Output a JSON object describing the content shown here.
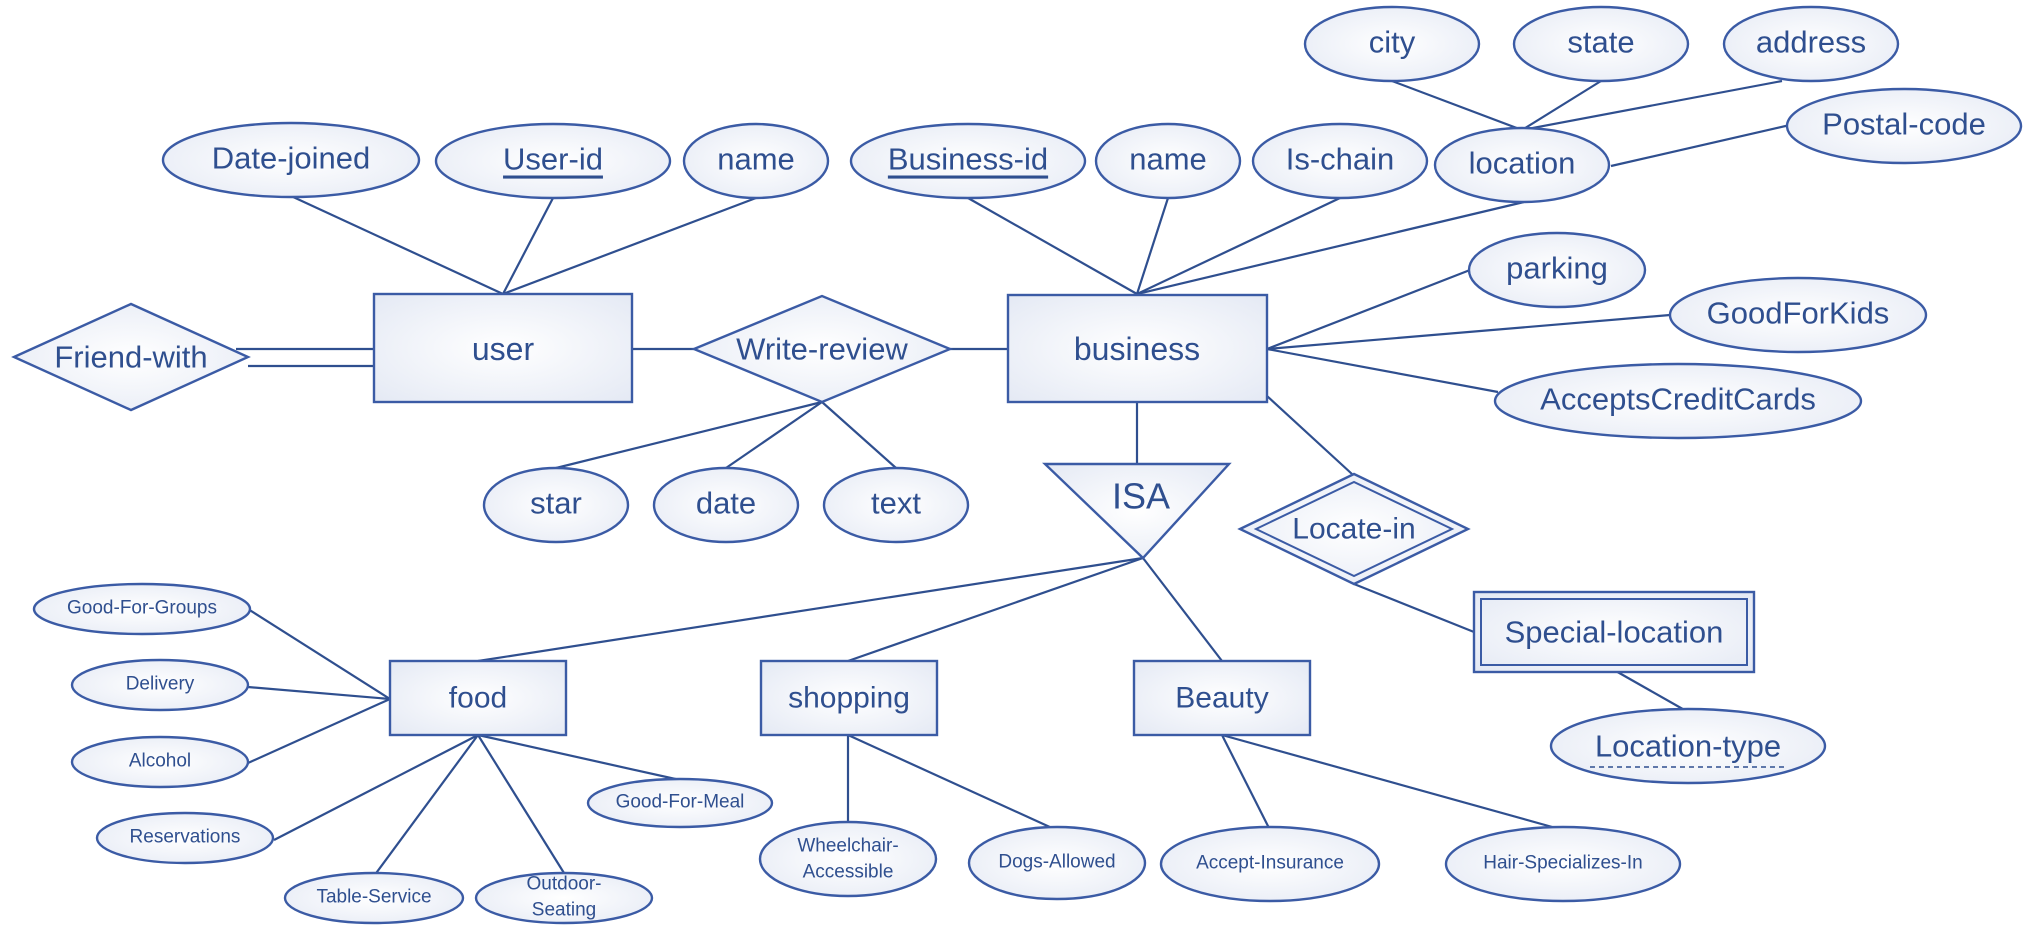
{
  "diagram": {
    "entities": {
      "user": "user",
      "business": "business",
      "food": "food",
      "shopping": "shopping",
      "beauty": "Beauty",
      "special_location": "Special-location"
    },
    "relationships": {
      "friend_with": "Friend-with",
      "write_review": "Write-review",
      "locate_in": "Locate-in",
      "isa": "ISA"
    },
    "attributes": {
      "user": {
        "date_joined": "Date-joined",
        "user_id": "User-id",
        "name": "name"
      },
      "business": {
        "business_id": "Business-id",
        "name": "name",
        "is_chain": "Is-chain",
        "location": "location",
        "parking": "parking",
        "good_for_kids": "GoodForKids",
        "accepts_credit_cards": "AcceptsCreditCards"
      },
      "location": {
        "city": "city",
        "state": "state",
        "address": "address",
        "postal_code": "Postal-code"
      },
      "write_review": {
        "star": "star",
        "date": "date",
        "text": "text"
      },
      "food": {
        "good_for_groups": "Good-For-Groups",
        "delivery": "Delivery",
        "alcohol": "Alcohol",
        "reservations": "Reservations",
        "table_service": "Table-Service",
        "outdoor_seating_1": "Outdoor-",
        "outdoor_seating_2": "Seating",
        "good_for_meal": "Good-For-Meal"
      },
      "shopping": {
        "wheelchair_1": "Wheelchair-",
        "wheelchair_2": "Accessible",
        "dogs_allowed": "Dogs-Allowed"
      },
      "beauty": {
        "accept_insurance": "Accept-Insurance",
        "hair_specializes_in": "Hair-Specializes-In"
      },
      "special_location": {
        "location_type": "Location-type"
      }
    }
  }
}
